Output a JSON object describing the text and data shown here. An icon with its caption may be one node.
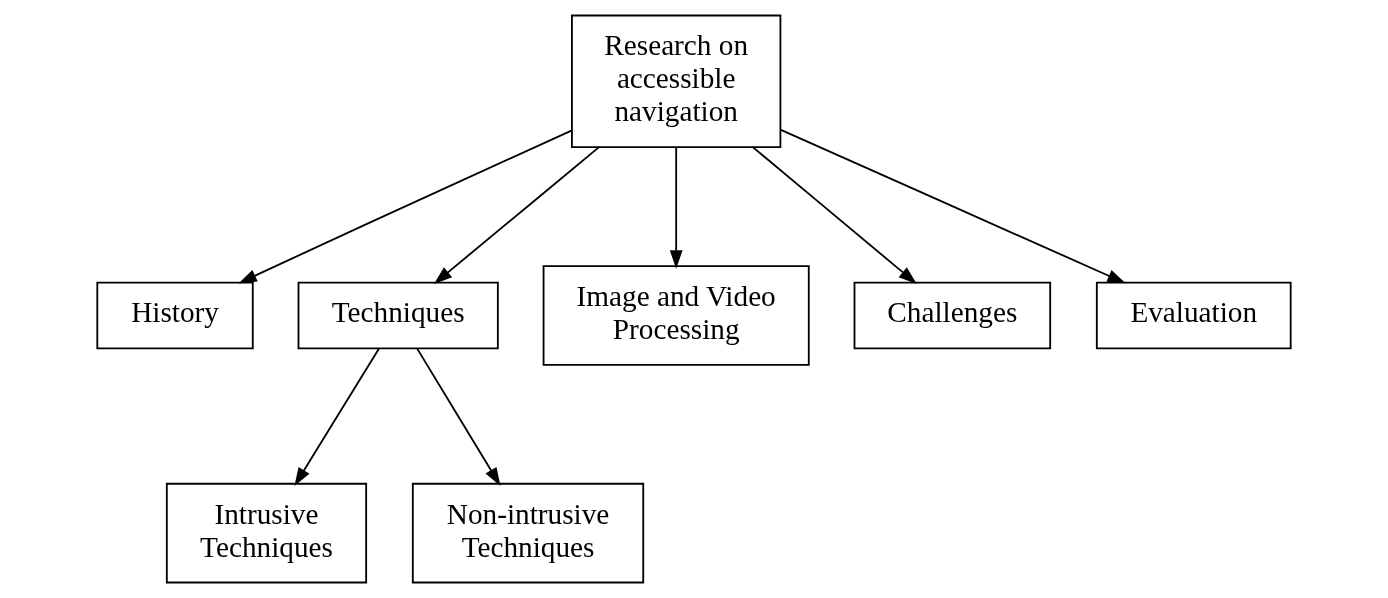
{
  "diagram": {
    "nodes": [
      {
        "text": [
          "Research on accessible navigation"
        ]
      },
      {
        "text": [
          "History"
        ]
      },
      {
        "text": [
          "Techniques"
        ]
      },
      {
        "text": [
          "Image and Video Processing"
        ]
      },
      {
        "text": [
          "Challenges"
        ]
      },
      {
        "text": [
          "Evaluation"
        ]
      },
      {
        "text": [
          "Intrusive Techniques"
        ]
      },
      {
        "text": [
          "Non-intrusive Techniques"
        ]
      }
    ],
    "edges": [
      {
        "from": 0,
        "to": 1,
        "arrow": "to"
      },
      {
        "from": 0,
        "to": 2,
        "arrow": "to"
      },
      {
        "from": 0,
        "to": 3,
        "arrow": "to"
      },
      {
        "from": 0,
        "to": 4,
        "arrow": "to"
      },
      {
        "from": 0,
        "to": 5,
        "arrow": "to"
      },
      {
        "from": 2,
        "to": 6,
        "arrow": "to"
      },
      {
        "from": 2,
        "to": 7,
        "arrow": "to"
      }
    ]
  }
}
